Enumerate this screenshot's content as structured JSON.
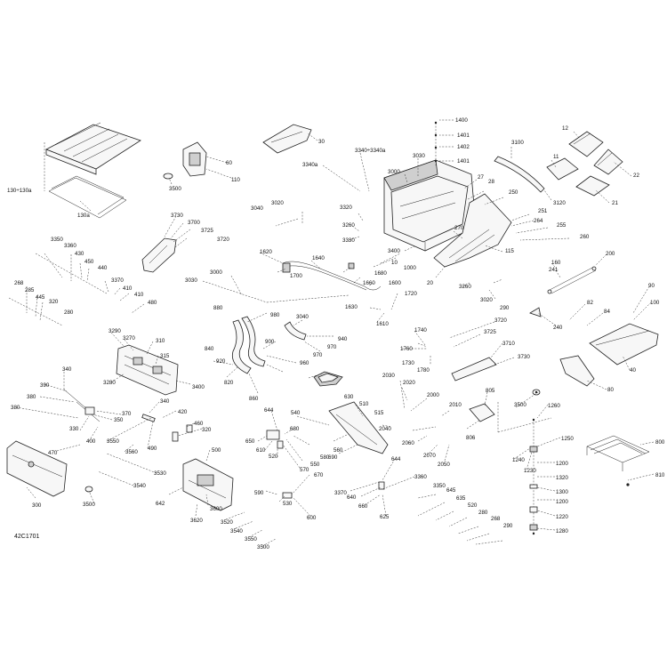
{
  "diagram_code": "42C1701",
  "callouts": [
    "130÷130a",
    "130a",
    "3500",
    "110",
    "60",
    "30",
    "3340a",
    "3340÷3340a",
    "1400",
    "1401",
    "1402",
    "1401",
    "3100",
    "12",
    "11",
    "22",
    "21",
    "3000",
    "3030",
    "27",
    "28",
    "250",
    "3120",
    "251",
    "264",
    "255",
    "260",
    "3040",
    "3020",
    "3320",
    "3260",
    "3330",
    "3400",
    "1000",
    "10",
    "270",
    "20",
    "115",
    "3730",
    "3700",
    "3725",
    "3720",
    "3350",
    "3360",
    "430",
    "450",
    "440",
    "3370",
    "410",
    "410",
    "480",
    "268",
    "285",
    "445",
    "320",
    "280",
    "1620",
    "1640",
    "1700",
    "1680",
    "1660",
    "1600",
    "3000",
    "3030",
    "1720",
    "1630",
    "1610",
    "880",
    "980",
    "3040",
    "940",
    "970",
    "900",
    "960",
    "970",
    "920",
    "840",
    "820",
    "860",
    "3290",
    "3270",
    "310",
    "315",
    "3400",
    "3280",
    "340",
    "390",
    "380",
    "380",
    "370",
    "350",
    "330",
    "400",
    "3550",
    "3560",
    "3530",
    "3540",
    "3500",
    "490",
    "470",
    "300",
    "340",
    "420",
    "460",
    "320",
    "500",
    "642",
    "3600",
    "3620",
    "3520",
    "3540",
    "3550",
    "3500",
    "3260",
    "3020",
    "290",
    "160",
    "200",
    "241",
    "82",
    "84",
    "90",
    "100",
    "240",
    "40",
    "80",
    "3720",
    "3725",
    "3710",
    "3730",
    "1760",
    "1740",
    "1730",
    "1780",
    "2030",
    "2020",
    "630",
    "510",
    "515",
    "2000",
    "2010",
    "2040",
    "2060",
    "2070",
    "2050",
    "805",
    "806",
    "3500",
    "644",
    "540",
    "680",
    "650",
    "610",
    "520",
    "560",
    "690",
    "580",
    "550",
    "570",
    "590",
    "530",
    "670",
    "600",
    "644",
    "3370",
    "640",
    "660",
    "625",
    "3360",
    "3350",
    "645",
    "635",
    "520",
    "280",
    "268",
    "290",
    "1260",
    "1250",
    "1240",
    "1230",
    "1200",
    "1320",
    "1300",
    "1200",
    "1220",
    "1280",
    "800",
    "810"
  ]
}
